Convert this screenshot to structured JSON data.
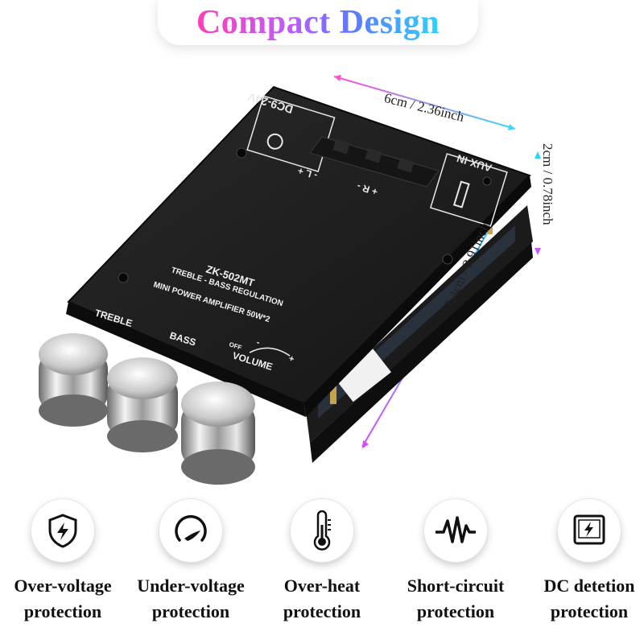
{
  "header": {
    "title": "Compact Design"
  },
  "dimensions": {
    "width": "6cm / 2.36inch",
    "height": "2cm / 0.78inch",
    "length": "7.4cm / 2.91inch"
  },
  "product": {
    "model": "ZK-502MT",
    "line1": "TREBLE - BASS REGULATION",
    "line2": "MINI POWER AMPLIFIER 50W*2",
    "power_label": "DC9-24V",
    "aux_label": "AUX-IN",
    "terminal_left": "- L +",
    "terminal_right": "+ R -",
    "knob_labels": [
      "TREBLE",
      "BASS",
      "VOLUME"
    ],
    "volume_off": "OFF",
    "volume_minus": "-",
    "volume_plus": "+"
  },
  "features": [
    {
      "icon": "shield-bolt-icon",
      "line1": "Over-voltage",
      "line2": "protection"
    },
    {
      "icon": "gauge-icon",
      "line1": "Under-voltage",
      "line2": "protection"
    },
    {
      "icon": "thermometer-icon",
      "line1": "Over-heat",
      "line2": "protection"
    },
    {
      "icon": "pulse-wave-icon",
      "line1": "Short-circuit",
      "line2": "protection"
    },
    {
      "icon": "dc-monitor-icon",
      "line1": "DC detetion",
      "line2": "protection"
    }
  ],
  "colors": {
    "gradient_start": "#ff3fb4",
    "gradient_mid": "#5a7bff",
    "gradient_end": "#2fd3ff",
    "board": "#1c1c1c"
  }
}
